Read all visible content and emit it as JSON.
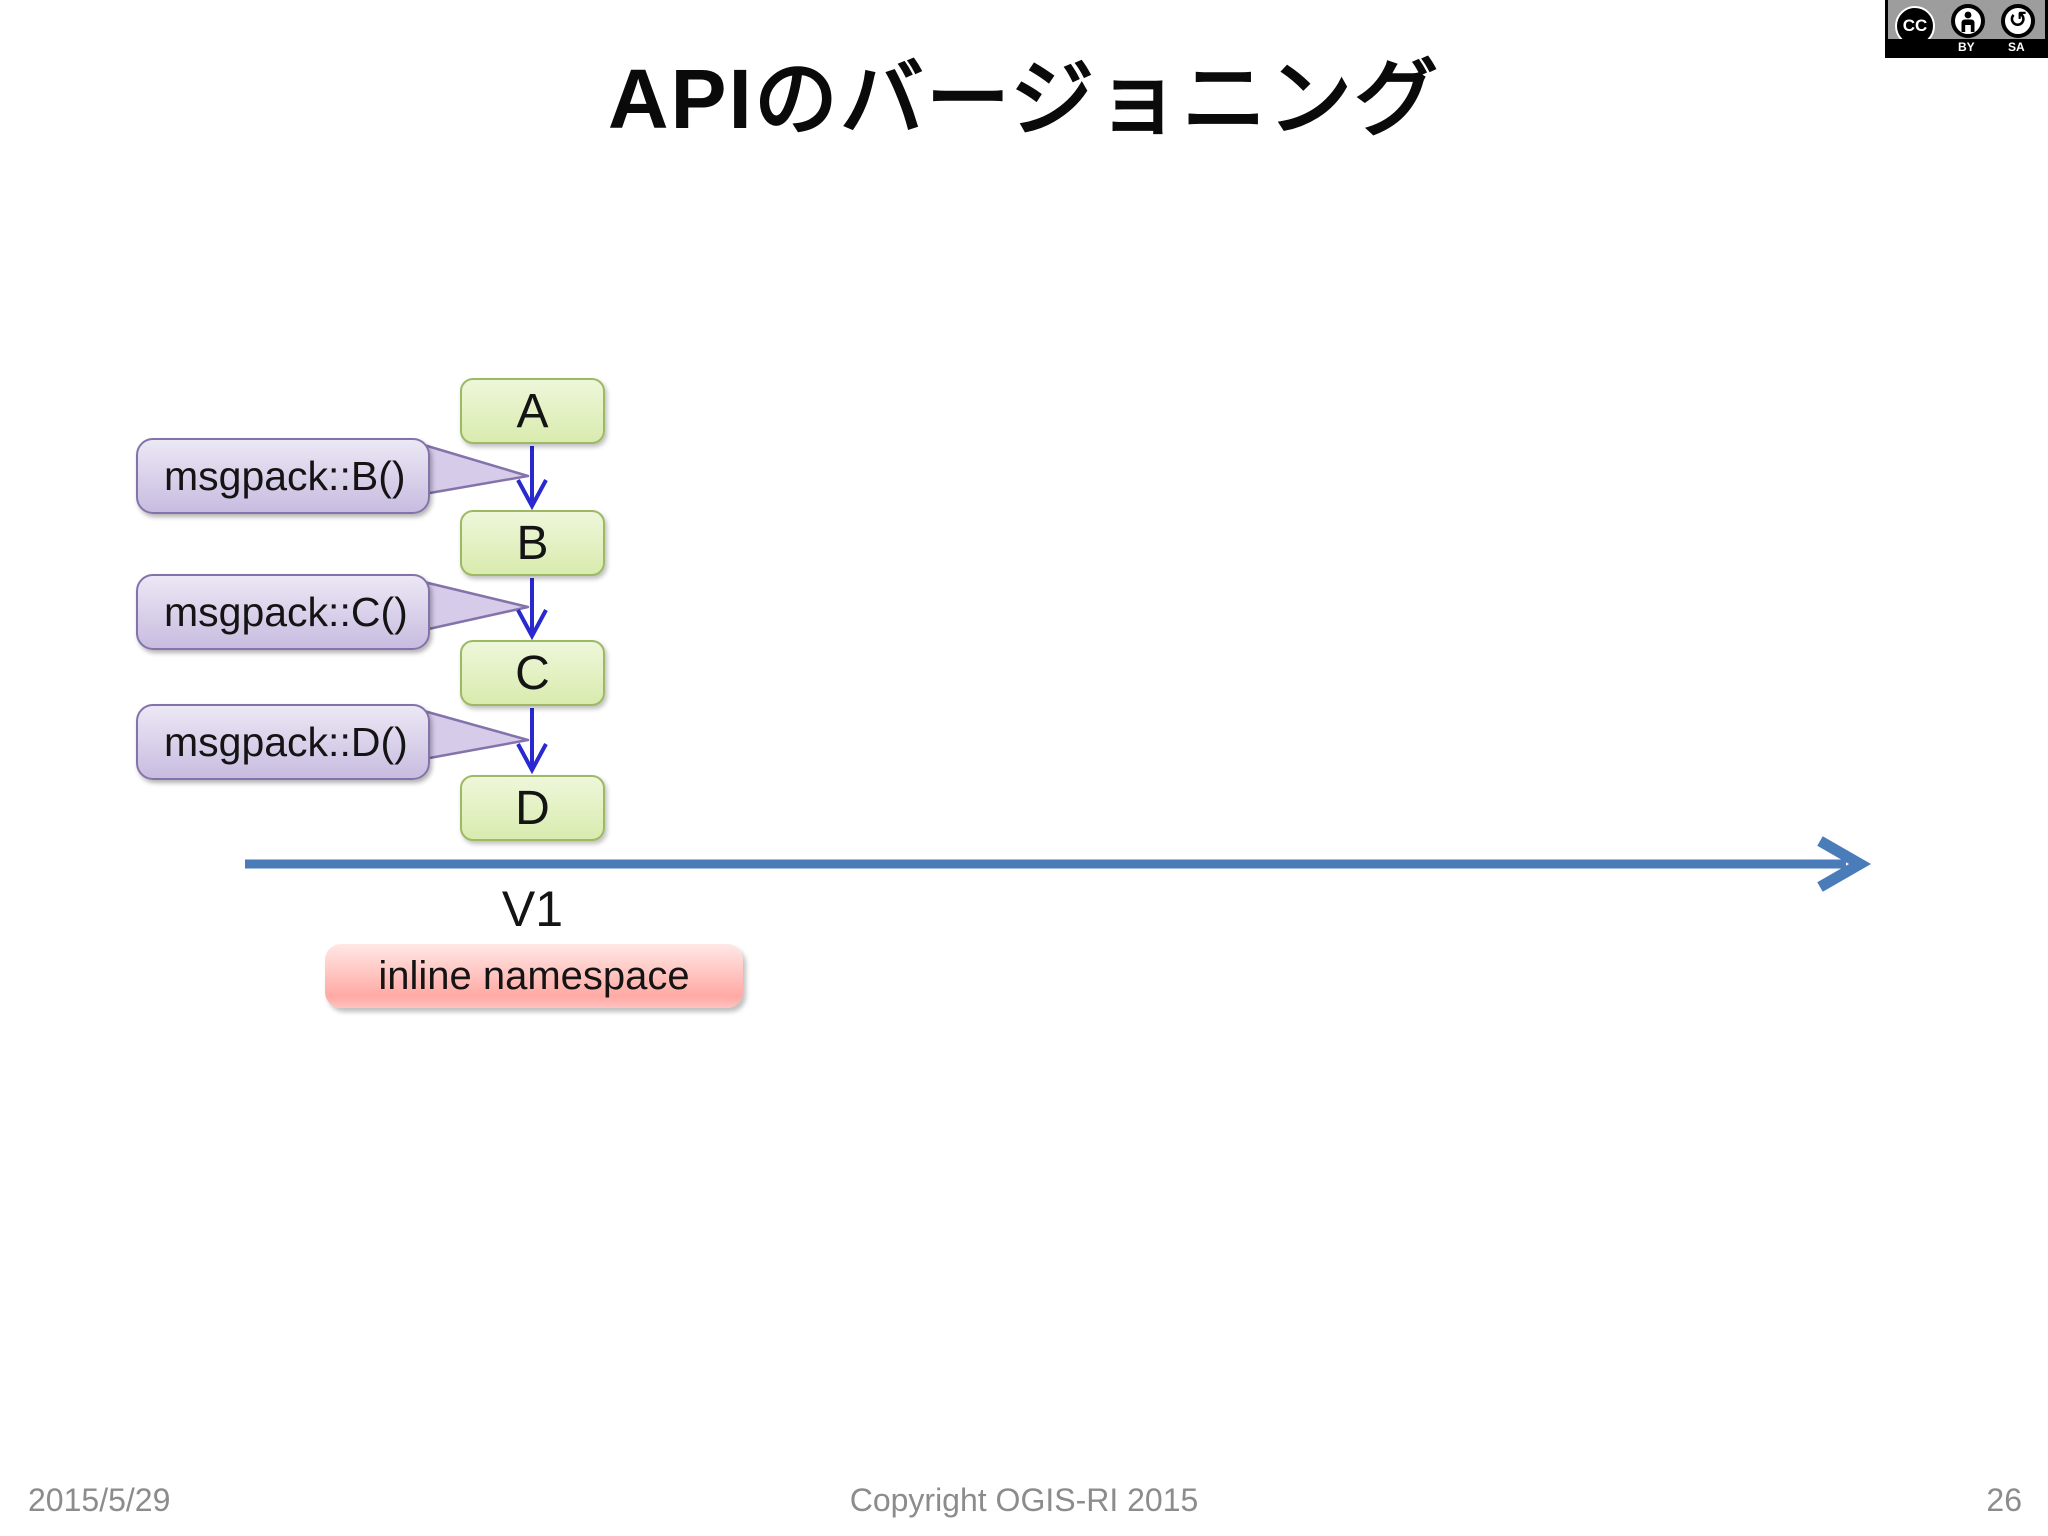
{
  "title": "APIのバージョニング",
  "license_badge": {
    "cc_icon": "CC",
    "by_label": "BY",
    "sa_label": "SA"
  },
  "diagram": {
    "nodes": [
      {
        "label": "A"
      },
      {
        "label": "B"
      },
      {
        "label": "C"
      },
      {
        "label": "D"
      }
    ],
    "callouts": [
      {
        "label": "msgpack::B()"
      },
      {
        "label": "msgpack::C()"
      },
      {
        "label": "msgpack::D()"
      }
    ],
    "timeline_label": "V1",
    "namespace_label": "inline namespace"
  },
  "footer": {
    "date": "2015/5/29",
    "copyright": "Copyright OGIS-RI 2015",
    "page": "26"
  },
  "colors": {
    "node-fill-top": "#eef7da",
    "node-fill-bottom": "#d9ebae",
    "node-border": "#9db964",
    "callout-fill-top": "#ece8f5",
    "callout-fill-bottom": "#c8bce0",
    "callout-border": "#8473ab",
    "callout-wedge-fill": "#d6cbe9",
    "arrow-blue": "#2929cf",
    "timeline-blue": "#4b7cba",
    "ns-fill-top": "#ffe8e6",
    "ns-fill-bottom": "#ffa9a4",
    "footer-gray": "#8c8c8c",
    "title-black": "#0a0a0a",
    "badge-gray": "#9d9d9d"
  }
}
